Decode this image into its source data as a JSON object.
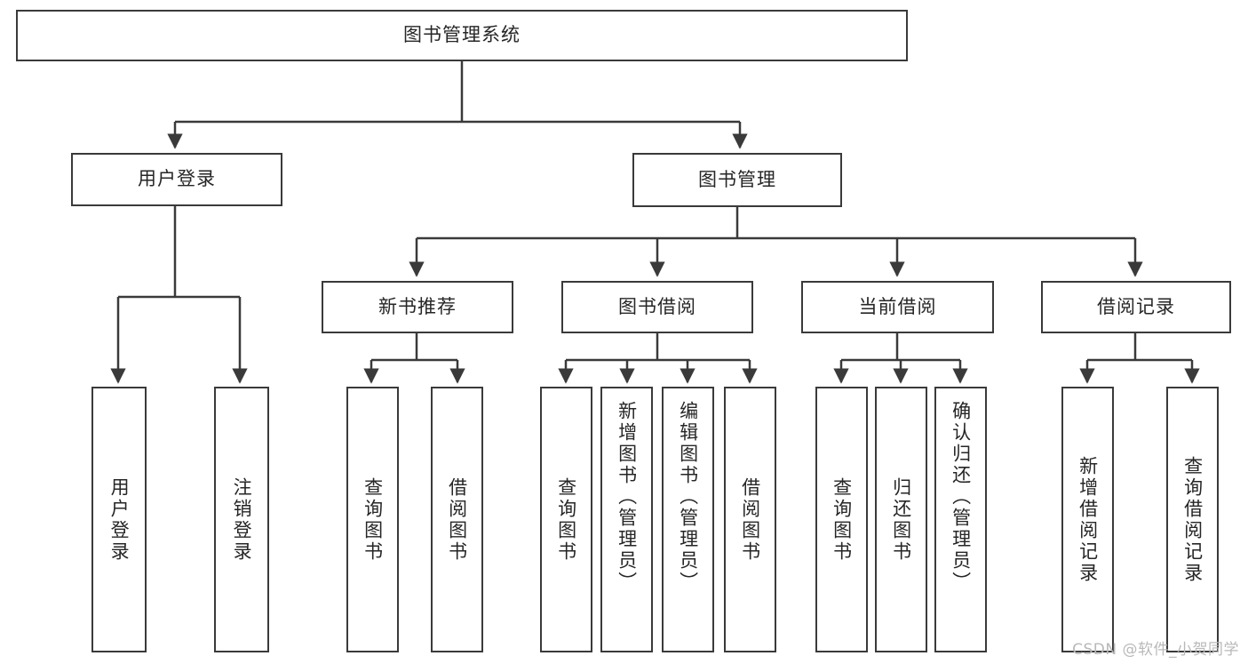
{
  "diagram": {
    "type": "tree-hierarchy",
    "title": "图书管理系统",
    "watermark": "CSDN @软件_小贺同学",
    "colors": {
      "box_border": "#3a3a3a",
      "box_fill": "#ffffff",
      "connector": "#3a3a3a",
      "text": "#262626",
      "watermark": "#b9b9b9",
      "background": "#ffffff"
    },
    "nodes": {
      "root": {
        "label": "图书管理系统",
        "level": 1
      },
      "user_login": {
        "label": "用户登录",
        "level": 2
      },
      "book_manage": {
        "label": "图书管理",
        "level": 2
      },
      "new_book_rec": {
        "label": "新书推荐",
        "level": 3
      },
      "book_borrow": {
        "label": "图书借阅",
        "level": 3
      },
      "current_borrow": {
        "label": "当前借阅",
        "level": 3
      },
      "borrow_record": {
        "label": "借阅记录",
        "level": 3
      },
      "leaf_1": {
        "label": "用户登录",
        "level": 4,
        "parent": "用户登录"
      },
      "leaf_2": {
        "label": "注销登录",
        "level": 4,
        "parent": "用户登录"
      },
      "leaf_3": {
        "label": "查询图书",
        "level": 4,
        "parent": "新书推荐"
      },
      "leaf_4": {
        "label": "借阅图书",
        "level": 4,
        "parent": "新书推荐"
      },
      "leaf_5": {
        "label": "查询图书",
        "level": 4,
        "parent": "图书借阅"
      },
      "leaf_6": {
        "label": "新增图书（管理员）",
        "level": 4,
        "parent": "图书借阅"
      },
      "leaf_7": {
        "label": "编辑图书（管理员）",
        "level": 4,
        "parent": "图书借阅"
      },
      "leaf_8": {
        "label": "借阅图书",
        "level": 4,
        "parent": "图书借阅"
      },
      "leaf_9": {
        "label": "查询图书",
        "level": 4,
        "parent": "当前借阅"
      },
      "leaf_10": {
        "label": "归还图书",
        "level": 4,
        "parent": "当前借阅"
      },
      "leaf_11": {
        "label": "确认归还（管理员）",
        "level": 4,
        "parent": "当前借阅"
      },
      "leaf_12": {
        "label": "新增借阅记录",
        "level": 4,
        "parent": "借阅记录"
      },
      "leaf_13": {
        "label": "查询借阅记录",
        "level": 4,
        "parent": "借阅记录"
      }
    }
  }
}
